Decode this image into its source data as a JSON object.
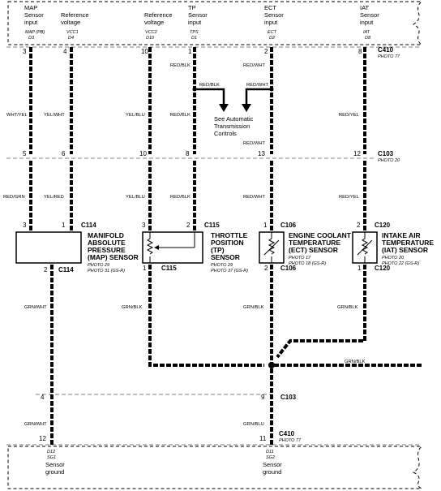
{
  "top_labels": {
    "map_line1": "MAP",
    "map_line2": "Sensor",
    "map_line3": "input",
    "map_code1": "MAP (PB)",
    "map_code2": "D3",
    "ref1_line1": "Reference",
    "ref1_line2": "voltage",
    "ref1_code1": "VCC1",
    "ref1_code2": "D4",
    "ref2_line1": "Reference",
    "ref2_line2": "voltage",
    "ref2_code1": "VCC2",
    "ref2_code2": "D10",
    "tp_line1": "TP",
    "tp_line2": "Sensor",
    "tp_line3": "input",
    "tp_code1": "TPS",
    "tp_code2": "D1",
    "ect_line1": "ECT",
    "ect_line2": "Sensor",
    "ect_line3": "input",
    "ect_code1": "ECT",
    "ect_code2": "D2",
    "iat_line1": "IAT",
    "iat_line2": "Sensor",
    "iat_line3": "input",
    "iat_code1": "IAT",
    "iat_code2": "D8"
  },
  "connectors": {
    "c410": "C410",
    "c410_photo": "PHOTO 77",
    "c103": "C103",
    "c103_photo": "PHOTO 20",
    "c114": "C114",
    "c115": "C115",
    "c106": "C106",
    "c120": "C120",
    "c103b": "C103",
    "c410b": "C410",
    "c410b_photo": "PHOTO 77"
  },
  "pins": {
    "top_map": "3",
    "top_ref1": "4",
    "top_ref2": "10",
    "top_tp": "1",
    "top_ect": "2",
    "top_iat": "8",
    "c103_map": "5",
    "c103_ref1": "6",
    "c103_ref2": "10",
    "c103_tp": "8",
    "c103_ect": "13",
    "c103_iat": "12",
    "c114_a": "3",
    "c114_b": "1",
    "c115_a": "3",
    "c115_b": "2",
    "c106_top": "1",
    "c120_top": "2",
    "c114_gnd": "2",
    "c115_gnd": "1",
    "c106_gnd": "2",
    "c120_gnd": "1",
    "c103_gnd_map": "4",
    "c103_gnd_ect": "9",
    "c410_gnd_map": "12",
    "c410_gnd_ect": "11"
  },
  "wires": {
    "map_top": "WHT/YEL",
    "ref1_top": "YEL/WHT",
    "ref2_top": "YEL/BLU",
    "tp_top1": "RED/BLK",
    "tp_branch": "RED/BLK",
    "ect_top": "RED/WHT",
    "ect_branch": "RED/WHT",
    "iat_top": "RED/YEL",
    "tp_top2": "RED/BLK",
    "ect_top2": "RED/WHT",
    "map_mid": "RED/GRN",
    "ref1_mid": "YEL/RED",
    "ref2_mid": "YEL/BLU",
    "tp_mid": "RED/BLK",
    "ect_mid": "RED/WHT",
    "iat_mid": "RED/YEL",
    "map_gnd": "GRN/WHT",
    "tp_gnd": "GRN/BLK",
    "ect_gnd": "GRN/BLK",
    "iat_gnd": "GRN/BLK",
    "bus": "GRN/BLK",
    "map_gnd2": "GRN/WHT",
    "ect_gnd2": "GRN/BLU"
  },
  "note": {
    "line1": "See Automatic",
    "line2": "Transmission",
    "line3": "Controls"
  },
  "sensors": {
    "map_l1": "MANIFOLD",
    "map_l2": "ABSOLUTE",
    "map_l3": "PRESSURE",
    "map_l4": "(MAP) SENSOR",
    "map_p1": "PHOTO 29",
    "map_p2": "PHOTO 31 (GS-R)",
    "tp_l1": "THROTTLE",
    "tp_l2": "POSITION",
    "tp_l3": "(TP)",
    "tp_l4": "SENSOR",
    "tp_p1": "PHOTO 29",
    "tp_p2": "PHOTO 37 (GS-R)",
    "ect_l1": "ENGINE COOLANT",
    "ect_l2": "TEMPERATURE",
    "ect_l3": "(ECT) SENSOR",
    "ect_p1": "PHOTO 17",
    "ect_p2": "PHOTO 18 (GS-R)",
    "iat_l1": "INTAKE AIR",
    "iat_l2": "TEMPERATURE",
    "iat_l3": "(IAT) SENSOR",
    "iat_p1": "PHOTO 20",
    "iat_p2": "PHOTO 22 (GS-R)"
  },
  "bottom_labels": {
    "sg1_code1": "D12",
    "sg1_code2": "SG1",
    "sg1_line1": "Sensor",
    "sg1_line2": "ground",
    "sg2_code1": "D11",
    "sg2_code2": "SG2",
    "sg2_line1": "Sensor",
    "sg2_line2": "ground"
  }
}
